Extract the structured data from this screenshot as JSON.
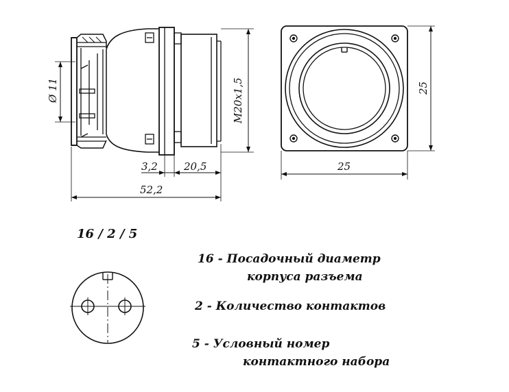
{
  "dimensions": {
    "diameter": "Ø 11",
    "thread": "M20x1,5",
    "flange": "3,2",
    "body": "20,5",
    "total_length": "52,2",
    "width": "25",
    "height": "25"
  },
  "code": {
    "designation": "16 / 2 / 5"
  },
  "legend": [
    {
      "line1": "16 -  Посадочный диаметр",
      "line2": "корпуса разъема"
    },
    {
      "line1": "2 - Количество контактов"
    },
    {
      "line1": "5 - Условный номер",
      "line2": "контактного набора"
    }
  ]
}
